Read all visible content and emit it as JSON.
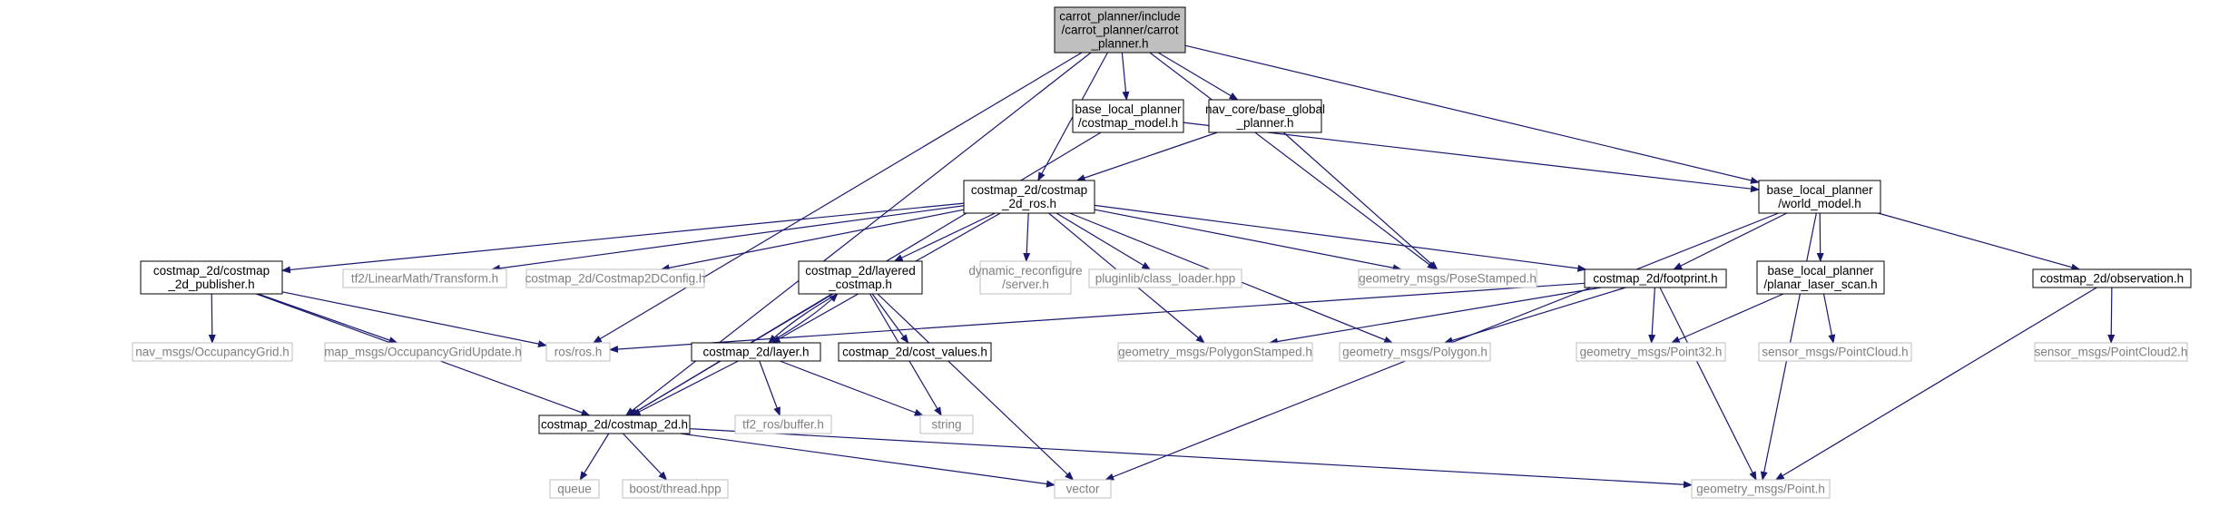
{
  "diagram": {
    "nodes": [
      {
        "id": "root",
        "lines": [
          "carrot_planner/include",
          "/carrot_planner/carrot",
          "_planner.h"
        ],
        "style": "root"
      },
      {
        "id": "blp_costmap_model",
        "lines": [
          "base_local_planner",
          "/costmap_model.h"
        ],
        "style": "doc"
      },
      {
        "id": "nav_core_bgp",
        "lines": [
          "nav_core/base_global",
          "_planner.h"
        ],
        "style": "doc"
      },
      {
        "id": "costmap_2d_ros",
        "lines": [
          "costmap_2d/costmap",
          "_2d_ros.h"
        ],
        "style": "doc"
      },
      {
        "id": "blp_world_model",
        "lines": [
          "base_local_planner",
          "/world_model.h"
        ],
        "style": "doc"
      },
      {
        "id": "costmap_2d_publisher",
        "lines": [
          "costmap_2d/costmap",
          "_2d_publisher.h"
        ],
        "style": "doc"
      },
      {
        "id": "tf2_transform",
        "lines": [
          "tf2/LinearMath/Transform.h"
        ],
        "style": "ext"
      },
      {
        "id": "costmap2dconfig",
        "lines": [
          "costmap_2d/Costmap2DConfig.h"
        ],
        "style": "ext"
      },
      {
        "id": "layered_costmap",
        "lines": [
          "costmap_2d/layered",
          "_costmap.h"
        ],
        "style": "doc"
      },
      {
        "id": "dyn_reconf",
        "lines": [
          "dynamic_reconfigure",
          "/server.h"
        ],
        "style": "ext"
      },
      {
        "id": "class_loader",
        "lines": [
          "pluginlib/class_loader.hpp"
        ],
        "style": "ext"
      },
      {
        "id": "pose_stamped",
        "lines": [
          "geometry_msgs/PoseStamped.h"
        ],
        "style": "ext"
      },
      {
        "id": "footprint",
        "lines": [
          "costmap_2d/footprint.h"
        ],
        "style": "doc"
      },
      {
        "id": "planar_laser_scan",
        "lines": [
          "base_local_planner",
          "/planar_laser_scan.h"
        ],
        "style": "doc"
      },
      {
        "id": "observation",
        "lines": [
          "costmap_2d/observation.h"
        ],
        "style": "doc"
      },
      {
        "id": "occupancy_grid",
        "lines": [
          "nav_msgs/OccupancyGrid.h"
        ],
        "style": "ext"
      },
      {
        "id": "occupancy_grid_update",
        "lines": [
          "map_msgs/OccupancyGridUpdate.h"
        ],
        "style": "ext"
      },
      {
        "id": "ros_h",
        "lines": [
          "ros/ros.h"
        ],
        "style": "ext"
      },
      {
        "id": "layer",
        "lines": [
          "costmap_2d/layer.h"
        ],
        "style": "doc"
      },
      {
        "id": "cost_values",
        "lines": [
          "costmap_2d/cost_values.h"
        ],
        "style": "doc"
      },
      {
        "id": "polygon_stamped",
        "lines": [
          "geometry_msgs/PolygonStamped.h"
        ],
        "style": "ext"
      },
      {
        "id": "polygon",
        "lines": [
          "geometry_msgs/Polygon.h"
        ],
        "style": "ext"
      },
      {
        "id": "point32",
        "lines": [
          "geometry_msgs/Point32.h"
        ],
        "style": "ext"
      },
      {
        "id": "point_cloud",
        "lines": [
          "sensor_msgs/PointCloud.h"
        ],
        "style": "ext"
      },
      {
        "id": "point_cloud2",
        "lines": [
          "sensor_msgs/PointCloud2.h"
        ],
        "style": "ext"
      },
      {
        "id": "tf2_buffer",
        "lines": [
          "tf2_ros/buffer.h"
        ],
        "style": "ext"
      },
      {
        "id": "string",
        "lines": [
          "string"
        ],
        "style": "ext"
      },
      {
        "id": "costmap_2d",
        "lines": [
          "costmap_2d/costmap_2d.h"
        ],
        "style": "doc"
      },
      {
        "id": "queue",
        "lines": [
          "queue"
        ],
        "style": "ext"
      },
      {
        "id": "boost_thread",
        "lines": [
          "boost/thread.hpp"
        ],
        "style": "ext"
      },
      {
        "id": "vector",
        "lines": [
          "vector"
        ],
        "style": "ext"
      },
      {
        "id": "point",
        "lines": [
          "geometry_msgs/Point.h"
        ],
        "style": "ext"
      }
    ],
    "edges": [
      [
        "root",
        "blp_costmap_model"
      ],
      [
        "root",
        "nav_core_bgp"
      ],
      [
        "root",
        "costmap_2d_ros"
      ],
      [
        "root",
        "blp_world_model"
      ],
      [
        "root",
        "pose_stamped"
      ],
      [
        "root",
        "ros_h"
      ],
      [
        "root",
        "costmap_2d"
      ],
      [
        "blp_costmap_model",
        "blp_world_model"
      ],
      [
        "blp_costmap_model",
        "costmap_2d"
      ],
      [
        "nav_core_bgp",
        "costmap_2d_ros"
      ],
      [
        "nav_core_bgp",
        "pose_stamped"
      ],
      [
        "costmap_2d_ros",
        "costmap_2d_publisher"
      ],
      [
        "costmap_2d_ros",
        "tf2_transform"
      ],
      [
        "costmap_2d_ros",
        "costmap2dconfig"
      ],
      [
        "costmap_2d_ros",
        "layered_costmap"
      ],
      [
        "costmap_2d_ros",
        "dyn_reconf"
      ],
      [
        "costmap_2d_ros",
        "class_loader"
      ],
      [
        "costmap_2d_ros",
        "pose_stamped"
      ],
      [
        "costmap_2d_ros",
        "footprint"
      ],
      [
        "costmap_2d_ros",
        "layer"
      ],
      [
        "costmap_2d_ros",
        "polygon_stamped"
      ],
      [
        "costmap_2d_ros",
        "polygon"
      ],
      [
        "blp_world_model",
        "footprint"
      ],
      [
        "blp_world_model",
        "planar_laser_scan"
      ],
      [
        "blp_world_model",
        "observation"
      ],
      [
        "blp_world_model",
        "vector"
      ],
      [
        "blp_world_model",
        "point"
      ],
      [
        "costmap_2d_publisher",
        "occupancy_grid"
      ],
      [
        "costmap_2d_publisher",
        "occupancy_grid_update"
      ],
      [
        "costmap_2d_publisher",
        "ros_h"
      ],
      [
        "costmap_2d_publisher",
        "costmap_2d"
      ],
      [
        "layered_costmap",
        "layer"
      ],
      [
        "layered_costmap",
        "cost_values"
      ],
      [
        "layered_costmap",
        "costmap_2d"
      ],
      [
        "layered_costmap",
        "string"
      ],
      [
        "layered_costmap",
        "vector"
      ],
      [
        "layer",
        "layered_costmap"
      ],
      [
        "layer",
        "costmap_2d"
      ],
      [
        "layer",
        "tf2_buffer"
      ],
      [
        "layer",
        "string"
      ],
      [
        "footprint",
        "ros_h"
      ],
      [
        "footprint",
        "polygon_stamped"
      ],
      [
        "footprint",
        "polygon"
      ],
      [
        "footprint",
        "point32"
      ],
      [
        "footprint",
        "point"
      ],
      [
        "planar_laser_scan",
        "point32"
      ],
      [
        "planar_laser_scan",
        "point_cloud"
      ],
      [
        "observation",
        "point_cloud2"
      ],
      [
        "observation",
        "point"
      ],
      [
        "costmap_2d",
        "queue"
      ],
      [
        "costmap_2d",
        "boost_thread"
      ],
      [
        "costmap_2d",
        "vector"
      ],
      [
        "costmap_2d",
        "point"
      ]
    ],
    "colors": {
      "edge": "#191970",
      "doc_border": "#000000",
      "ext_border": "#bfbfbf",
      "root_fill": "#bfbfbf",
      "doc_text": "#000000",
      "ext_text": "#7f7f7f",
      "background": "#ffffff"
    }
  }
}
